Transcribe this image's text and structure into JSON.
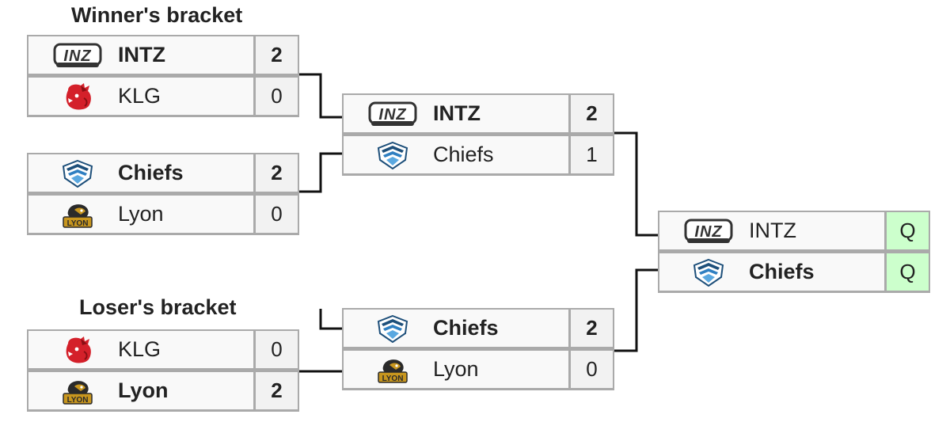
{
  "brackets": {
    "winners_heading": "Winner's bracket",
    "losers_heading": "Loser's bracket"
  },
  "teams": {
    "intz": {
      "name": "INTZ",
      "logo": "intz-logo-icon"
    },
    "klg": {
      "name": "KLG",
      "logo": "klg-rhino-logo-icon"
    },
    "chiefs": {
      "name": "Chiefs",
      "logo": "chiefs-shield-logo-icon"
    },
    "lyon": {
      "name": "Lyon",
      "logo": "lyon-lion-logo-icon"
    }
  },
  "matches": [
    {
      "id": "wb-r1-m1",
      "teams": [
        {
          "name": "INTZ",
          "score": "2",
          "winner": true
        },
        {
          "name": "KLG",
          "score": "0",
          "winner": false
        }
      ]
    },
    {
      "id": "wb-r1-m2",
      "teams": [
        {
          "name": "Chiefs",
          "score": "2",
          "winner": true
        },
        {
          "name": "Lyon",
          "score": "0",
          "winner": false
        }
      ]
    },
    {
      "id": "wb-final",
      "teams": [
        {
          "name": "INTZ",
          "score": "2",
          "winner": true
        },
        {
          "name": "Chiefs",
          "score": "1",
          "winner": false
        }
      ]
    },
    {
      "id": "lb-r1",
      "teams": [
        {
          "name": "KLG",
          "score": "0",
          "winner": false
        },
        {
          "name": "Lyon",
          "score": "2",
          "winner": true
        }
      ]
    },
    {
      "id": "lb-final",
      "teams": [
        {
          "name": "Chiefs",
          "score": "2",
          "winner": true
        },
        {
          "name": "Lyon",
          "score": "0",
          "winner": false
        }
      ]
    },
    {
      "id": "qualified",
      "teams": [
        {
          "name": "INTZ",
          "score": "Q",
          "winner": false,
          "qualified": true
        },
        {
          "name": "Chiefs",
          "score": "Q",
          "winner": true,
          "qualified": true
        }
      ]
    }
  ],
  "colors": {
    "border": "#aaaaaa",
    "team_cell": "#f9f9f9",
    "score_cell": "#f2f2f2",
    "qualified_cell": "#ccffcc",
    "connector": "#111111",
    "klg_red": "#d4202a",
    "chiefs_blue": "#2f7fc1",
    "lyon_gold": "#c8961e"
  }
}
